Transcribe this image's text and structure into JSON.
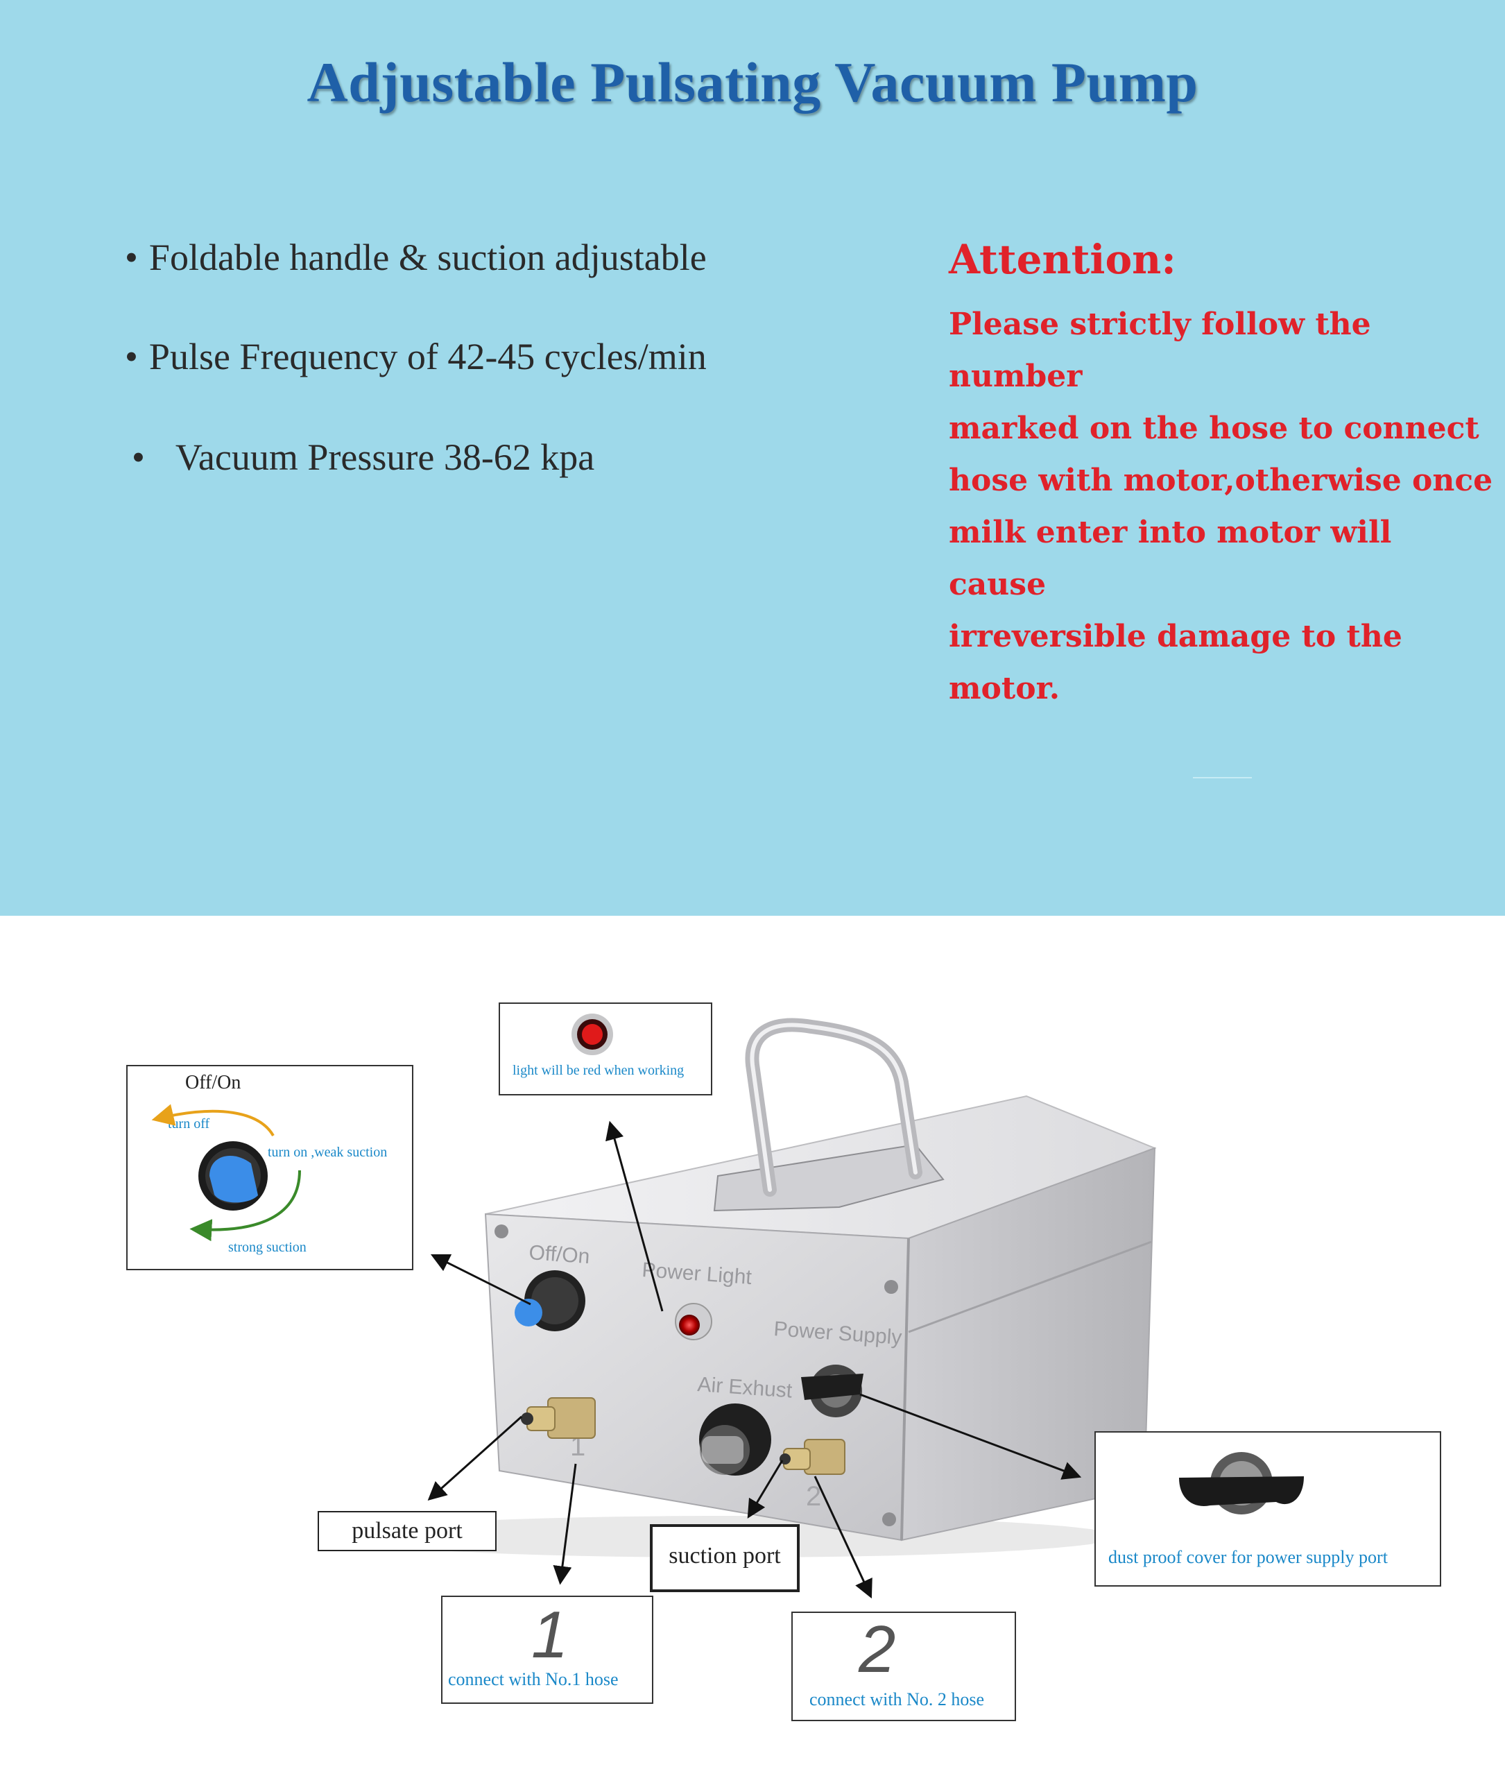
{
  "header": {
    "title": "Adjustable Pulsating Vacuum Pump"
  },
  "features": [
    "Foldable handle & suction adjustable",
    "Pulse Frequency of 42-45 cycles/min",
    "Vacuum Pressure 38-62 kpa"
  ],
  "attention": {
    "title": "Attention:",
    "lines": [
      "Please strictly follow the number",
      "marked on the hose to connect",
      "hose with motor,otherwise once",
      "milk enter into motor will cause",
      "irreversible damage to the motor."
    ]
  },
  "colors": {
    "banner_bg": "#9ed9ea",
    "title": "#1f60a8",
    "attention": "#e0222a",
    "callout_text": "#1a88c8"
  },
  "callouts": {
    "switch": {
      "heading": "Off/On",
      "turn_off": "turn off",
      "turn_on": "turn on ,weak suction",
      "strong": "strong suction"
    },
    "light": {
      "text": "light will be red when working"
    },
    "dust_cover": {
      "text": "dust proof cover for power supply port"
    },
    "hose1": {
      "number": "1",
      "text": "connect with No.1 hose"
    },
    "hose2": {
      "number": "2",
      "text": "connect with No. 2 hose"
    }
  },
  "port_labels": {
    "pulsate": "pulsate port",
    "suction": "suction port"
  },
  "device_labels": {
    "off_on": "Off/On",
    "power_light": "Power Light",
    "power_supply": "Power Supply",
    "air_exhaust": "Air Exhust",
    "port1": "1",
    "port2": "2"
  },
  "icons": [
    "pump-knob-icon",
    "red-light-icon",
    "dust-cover-icon",
    "arrow-icon"
  ]
}
